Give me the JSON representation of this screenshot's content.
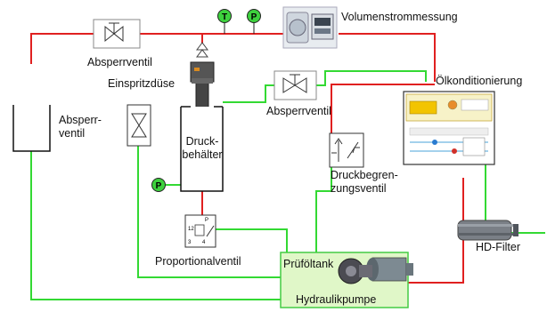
{
  "diagram": {
    "labels": {
      "volumenstrommessung": "Volumenstrommessung",
      "absperrventil_top": "Absperrventil",
      "einspritzduese": "Einspritzdüse",
      "absperrventil_left": [
        "Absperr-",
        "ventil"
      ],
      "absperrventil_mid": "Absperrventil",
      "oelkonditionierung": "Ölkonditionierung",
      "druckbehaelter": [
        "Druck-",
        "behälter"
      ],
      "druckbegrenzungsventil": [
        "Druckbegren-",
        "zungsventil"
      ],
      "proportionalventil": "Proportionalventil",
      "hd_filter": "HD-Filter",
      "prueftank": "Prüföltank",
      "hydraulikpumpe": "Hydraulikpumpe",
      "sensor_t": "T",
      "sensor_p_top": "P",
      "sensor_p_left": "P",
      "prop_valve_num_12": "12",
      "prop_valve_num_3": "3",
      "prop_valve_num_4": "4",
      "prop_valve_num_p": "P"
    },
    "colors": {
      "pressure_line": "#e02020",
      "return_line": "#33d933",
      "tank_fill": "#e0f7c8",
      "tank_border": "#44cc44",
      "sensor_fill": "#3dd13d"
    }
  }
}
